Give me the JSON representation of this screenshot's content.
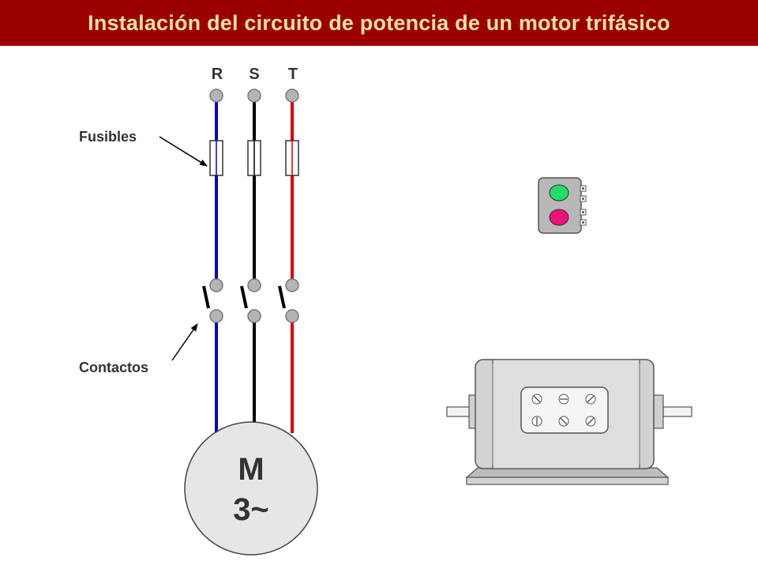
{
  "title": "Instalación del circuito de potencia de un motor trifásico",
  "phases": [
    "R",
    "S",
    "T"
  ],
  "labels": {
    "fuses": "Fusibles",
    "contacts": "Contactos"
  },
  "motor": {
    "line1": "M",
    "line2": "3~"
  },
  "colors": {
    "title_bg": "#9a0000",
    "title_text": "#f2e3a0",
    "phase_R": "#0000cc",
    "phase_S": "#000000",
    "phase_T": "#dd0000",
    "terminal": "#b4b4b4",
    "start_button": "#22dd66",
    "stop_button": "#ee1177"
  }
}
